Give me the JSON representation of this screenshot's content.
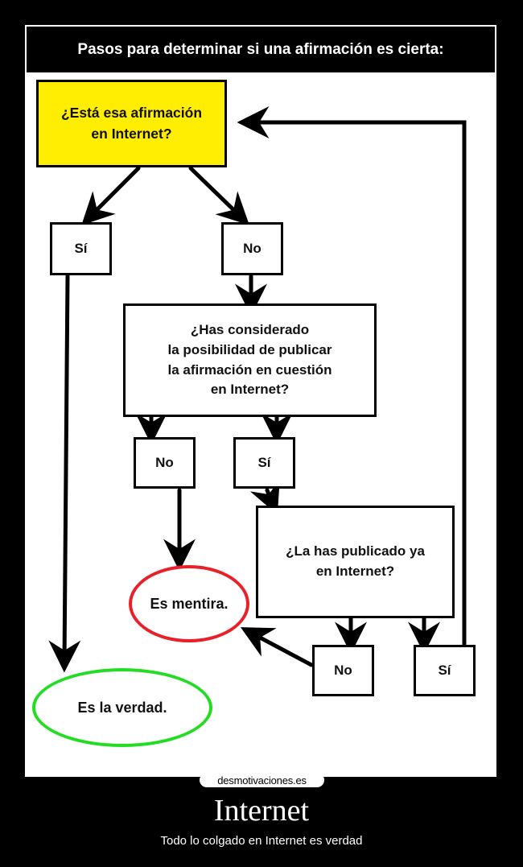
{
  "header": {
    "title": "Pasos para determinar si una afirmación es cierta:"
  },
  "nodes": {
    "q1": "¿Está esa afirmación\nen Internet?",
    "q1_si": "Sí",
    "q1_no": "No",
    "q2": "¿Has considerado\nla posibilidad de publicar\nla afirmación en cuestión\nen Internet?",
    "q2_no": "No",
    "q2_si": "Sí",
    "q3": "¿La has publicado ya\nen Internet?",
    "q3_no": "No",
    "q3_si": "Sí",
    "mentira": "Es mentira.",
    "verdad": "Es la verdad."
  },
  "colors": {
    "yellow": "#ffee00",
    "red": "#e8202a",
    "green": "#22dd22"
  },
  "footer": {
    "watermark": "desmotivaciones.es",
    "title": "Internet",
    "subtitle": "Todo lo colgado en Internet es verdad"
  }
}
